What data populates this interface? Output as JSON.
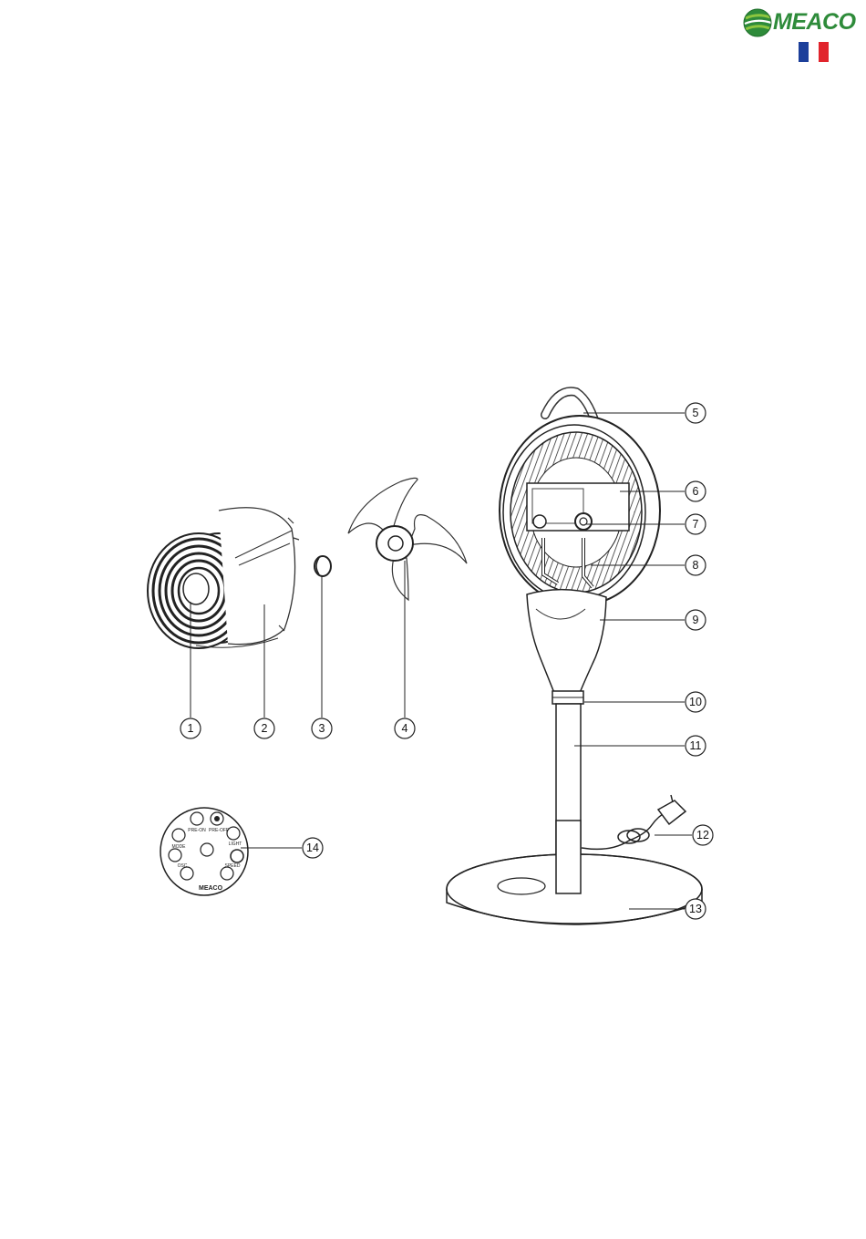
{
  "brand": {
    "name": "MEACO",
    "color_green": "#2e8b3a",
    "color_light_green": "#8dc63f"
  },
  "flag": {
    "country": "France",
    "colors": [
      "#1c3f9a",
      "#ffffff",
      "#e1242c"
    ]
  },
  "parts": [
    {
      "number": "1"
    },
    {
      "number": "2"
    },
    {
      "number": "3"
    },
    {
      "number": "4"
    },
    {
      "number": "5"
    },
    {
      "number": "6"
    },
    {
      "number": "7"
    },
    {
      "number": "8"
    },
    {
      "number": "9"
    },
    {
      "number": "10"
    },
    {
      "number": "11"
    },
    {
      "number": "12"
    },
    {
      "number": "13"
    },
    {
      "number": "14"
    }
  ],
  "remote": {
    "labels": {
      "pre_on": "PRE-ON",
      "pre_off": "PRE-OFF",
      "light": "LIGHT",
      "mode": "MODE",
      "osc": "OSC",
      "speed": "SPEED"
    },
    "brand": "MEACO"
  }
}
